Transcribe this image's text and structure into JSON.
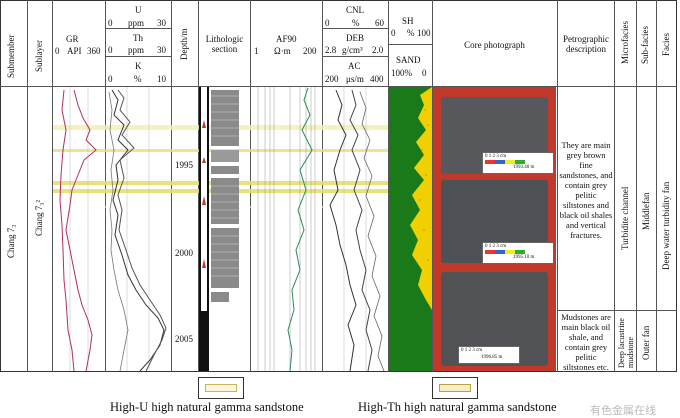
{
  "headers": {
    "submember": "Submember",
    "sublayer": "Sublayer",
    "gr": {
      "name": "GR",
      "left": "0",
      "unit": "API",
      "right": "360"
    },
    "u": {
      "name": "U",
      "left": "0",
      "unit": "ppm",
      "right": "30"
    },
    "th": {
      "name": "Th",
      "left": "0",
      "unit": "ppm",
      "right": "30"
    },
    "k": {
      "name": "K",
      "left": "0",
      "unit": "%",
      "right": "10"
    },
    "depth": "Depth/m",
    "lithologic": "Lithologic section",
    "af90": {
      "name": "AF90",
      "left": "1",
      "unit": "Ω·m",
      "right": "200"
    },
    "cnl": {
      "name": "CNL",
      "left": "0",
      "unit": "%",
      "right": "60"
    },
    "deb": {
      "name": "DEB",
      "left": "2.8",
      "unit": "g/cm³",
      "right": "2.0"
    },
    "ac": {
      "name": "AC",
      "left": "200",
      "unit": "μs/m",
      "right": "400"
    },
    "sh": {
      "name": "SH",
      "left": "0",
      "unit": "%",
      "right": "100"
    },
    "sand": {
      "name": "SAND",
      "left": "100%",
      "right": "0"
    },
    "core": "Core photograph",
    "petro": "Petrographic description",
    "microfacies": "Microfacies",
    "subfacies": "Sub-facies",
    "facies": "Facies"
  },
  "body": {
    "submember": "Chang 7₃",
    "sublayer": "Chang 7₃²",
    "depth_ticks": [
      "1995",
      "2000",
      "2005"
    ],
    "petro_upper": "They are main grey brown fine sandstones, and contain grey pelitic siltstones and black oil shales and vertical fractures.",
    "petro_lower": "Mudstones are main black oil shale, and contain grey pelitic siltstones etc.",
    "micro_upper": "Turbidite channel",
    "micro_lower": "Deep lacustrine mudstone",
    "sub_upper": "Middlefan",
    "sub_lower": "Outer fan",
    "facies": "Deep water turbidity fan",
    "core_labels": [
      "1993.40 m",
      "1995.10 m",
      "1996.85 m"
    ],
    "scale_text": "0 1 2 3 cm"
  },
  "legend": {
    "item1": "High-U high natural gamma sandstone",
    "item2": "High-Th high natural gamma sandstone"
  },
  "watermark": "有色金属在线",
  "colors": {
    "gr_curve": "#b03060",
    "th_curve": "#333333",
    "af_curve": "#2e8b57",
    "green_sh": "#1a7a1a",
    "yellow_sand": "#f0d000",
    "core_bg": "#c0392b",
    "highU_band": "#e8e070",
    "highTh_band": "#d9c56a"
  }
}
